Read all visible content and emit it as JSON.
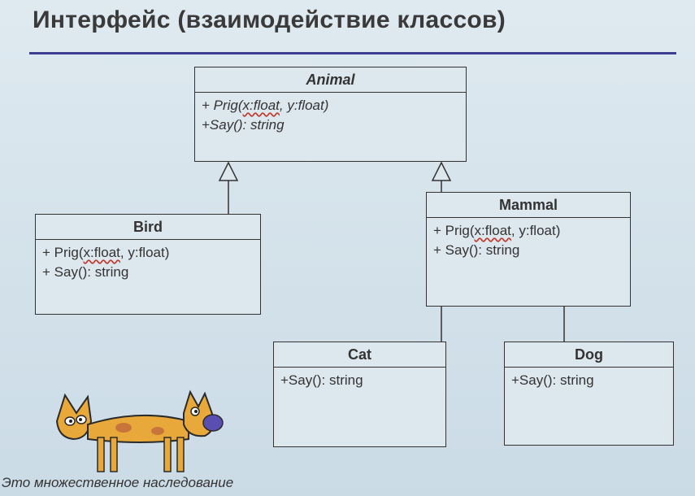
{
  "title": "Интерфейс (взаимодействие классов)",
  "classes": {
    "animal": {
      "name": "Animal",
      "ops": [
        "+ Prig(",
        "x:float",
        ", y:float)",
        "+Say(): string"
      ]
    },
    "bird": {
      "name": "Bird",
      "ops": [
        "+ Prig(",
        "x:float",
        ", y:float)",
        "+ Say(): string"
      ]
    },
    "mammal": {
      "name": "Mammal",
      "ops": [
        "+ Prig(",
        "x:float",
        ", y:float)",
        "+ Say(): string"
      ]
    },
    "cat": {
      "name": "Cat",
      "ops": [
        "+Say(): string"
      ]
    },
    "dog": {
      "name": "Dog",
      "ops": [
        "+Say(): string"
      ]
    }
  },
  "caption": "Это множественное наследование",
  "colors": {
    "accent_rule": "#3c3f8f",
    "box_border": "#333333",
    "cat_body": "#e8a93a",
    "cat_nose": "#5a4fb0"
  },
  "icons": {
    "mascot": "cartoon-cat-icon"
  }
}
